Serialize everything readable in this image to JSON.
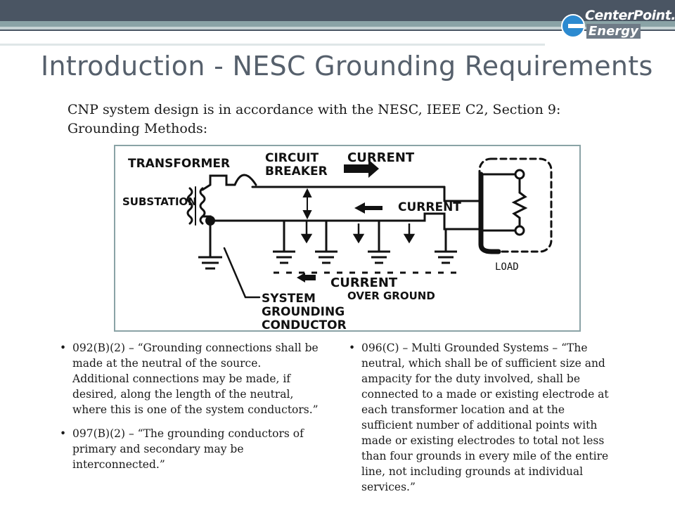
{
  "brand": {
    "line1": "CenterPoint.",
    "line2": "Energy"
  },
  "title": "Introduction - NESC Grounding Requirements",
  "intro": "CNP system design is in accordance with the NESC, IEEE C2, Section 9: Grounding Methods:",
  "diagram": {
    "labels": {
      "transformer": "TRANSFORMER",
      "substation": "SUBSTATION",
      "circuit1": "CIRCUIT",
      "circuit2": "BREAKER",
      "current_top": "CURRENT",
      "current_mid": "CURRENT",
      "current_ground": "CURRENT",
      "over_ground": "OVER GROUND",
      "system1": "SYSTEM",
      "system2": "GROUNDING",
      "system3": "CONDUCTOR",
      "load": "LOAD"
    }
  },
  "bullets": {
    "bullet_char": "•",
    "left": [
      "092(B)(2) – “Grounding connections shall be made at the neutral of the source. Additional connections may be made, if desired, along the length of the neutral, where this is one of the system conductors.”",
      "097(B)(2) – “The grounding conductors of primary and secondary may be interconnected.”"
    ],
    "right": [
      "096(C) – Multi Grounded Systems – “The neutral, which shall be of sufficient size and ampacity for the duty involved, shall be connected to a made or existing electrode at each transformer location and at the sufficient number of additional points with made or existing electrodes to total not less than four grounds in every mile of the entire line, not including grounds at individual services.”"
    ]
  },
  "colors": {
    "header": "#4a5563",
    "accent": "#8aa3a6",
    "title": "#56606c",
    "logo_blue": "#2c8ad0"
  }
}
